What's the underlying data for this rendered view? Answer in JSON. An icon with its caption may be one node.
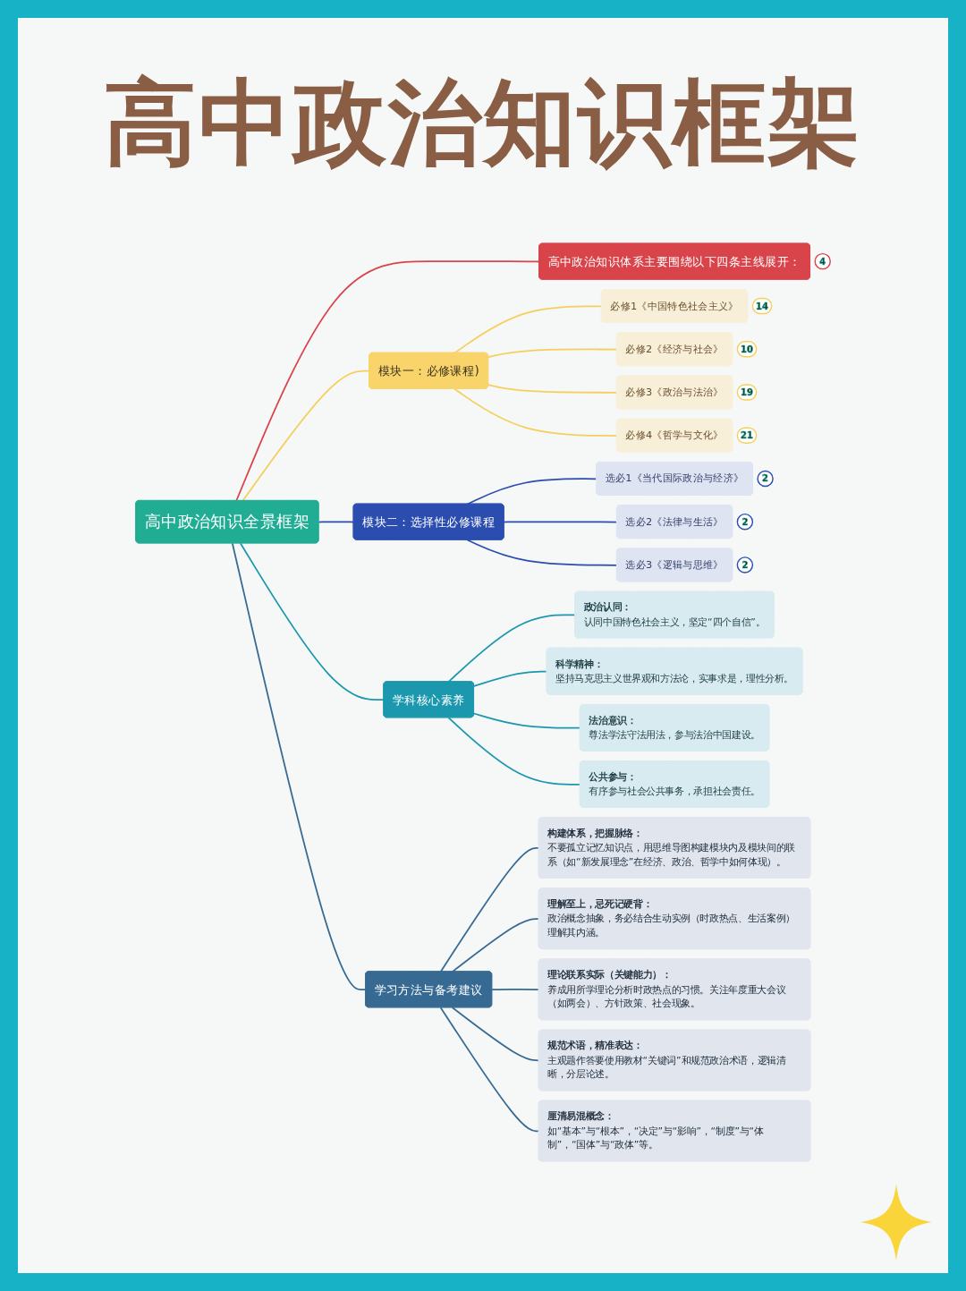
{
  "diagram": {
    "title": "高中政治知识框架",
    "nodes": [
      {
        "text": [
          "高中政治知识全景框架"
        ]
      },
      {
        "text": [
          "高中政治知识体系主要围绕以下四条主线展开："
        ],
        "beside": [
          "4"
        ]
      },
      {
        "text": [
          "模块一：必修课程)"
        ]
      },
      {
        "text": [
          "必修1《中国特色社会主义》"
        ],
        "beside": [
          "14"
        ]
      },
      {
        "text": [
          "必修2《经济与社会》"
        ],
        "beside": [
          "10"
        ]
      },
      {
        "text": [
          "必修3《政治与法治》"
        ],
        "beside": [
          "19"
        ]
      },
      {
        "text": [
          "必修4《哲学与文化》"
        ],
        "beside": [
          "21"
        ]
      },
      {
        "text": [
          "模块二：选择性必修课程"
        ]
      },
      {
        "text": [
          "选必1《当代国际政治与经济》"
        ],
        "beside": [
          "2"
        ]
      },
      {
        "text": [
          "选必2《法律与生活》"
        ],
        "beside": [
          "2"
        ]
      },
      {
        "text": [
          "选必3《逻辑与思维》"
        ],
        "beside": [
          "2"
        ]
      },
      {
        "text": [
          "学科核心素养"
        ]
      },
      {
        "text": [
          "政治认同：",
          "认同中国特色社会主义，坚定“四个自信”。"
        ]
      },
      {
        "text": [
          "科学精神：",
          "坚持马克思主义世界观和方法论，实事求是，理性分析。"
        ]
      },
      {
        "text": [
          "法治意识：",
          "尊法学法守法用法，参与法治中国建设。"
        ]
      },
      {
        "text": [
          "公共参与：",
          "有序参与社会公共事务，承担社会责任。"
        ]
      },
      {
        "text": [
          "学习方法与备考建议"
        ]
      },
      {
        "text": [
          "构建体系，把握脉络：",
          "不要孤立记忆知识点，用思维导图构建模块内及模块间的联系（如“新发展理念”在经济、政治、哲学中如何体现）。"
        ]
      },
      {
        "text": [
          "理解至上，忌死记硬背：",
          "政治概念抽象，务必结合生动实例（时政热点、生活案例）理解其内涵。"
        ]
      },
      {
        "text": [
          "理论联系实际（关键能力）：",
          "养成用所学理论分析时政热点的习惯。关注年度重大会议（如两会）、方针政策、社会现象。"
        ]
      },
      {
        "text": [
          "规范术语，精准表达：",
          "主观题作答要使用教材“关键词”和规范政治术语，逻辑清晰，分层论述。"
        ]
      },
      {
        "text": [
          "厘清易混概念：",
          "如“基本”与“根本”，“决定”与“影响”，“制度”与“体制”，“国体”与“政体”等。"
        ]
      }
    ],
    "edges": [
      {
        "from": 0,
        "to": 1,
        "arrow": "none",
        "color": "#d9434a"
      },
      {
        "from": 0,
        "to": 2,
        "arrow": "none",
        "color": "#f5cf5c"
      },
      {
        "from": 2,
        "to": 3,
        "arrow": "none",
        "color": "#f5cf5c"
      },
      {
        "from": 2,
        "to": 4,
        "arrow": "none",
        "color": "#f5cf5c"
      },
      {
        "from": 2,
        "to": 5,
        "arrow": "none",
        "color": "#f5cf5c"
      },
      {
        "from": 2,
        "to": 6,
        "arrow": "none",
        "color": "#f5cf5c"
      },
      {
        "from": 0,
        "to": 7,
        "arrow": "none",
        "color": "#2b4db0"
      },
      {
        "from": 7,
        "to": 8,
        "arrow": "none",
        "color": "#2b4db0"
      },
      {
        "from": 7,
        "to": 9,
        "arrow": "none",
        "color": "#2b4db0"
      },
      {
        "from": 7,
        "to": 10,
        "arrow": "none",
        "color": "#2b4db0"
      },
      {
        "from": 0,
        "to": 11,
        "arrow": "none",
        "color": "#1b98ad"
      },
      {
        "from": 11,
        "to": 12,
        "arrow": "none",
        "color": "#1b98ad"
      },
      {
        "from": 11,
        "to": 13,
        "arrow": "none",
        "color": "#1b98ad"
      },
      {
        "from": 11,
        "to": 14,
        "arrow": "none",
        "color": "#1b98ad"
      },
      {
        "from": 11,
        "to": 15,
        "arrow": "none",
        "color": "#1b98ad"
      },
      {
        "from": 0,
        "to": 16,
        "arrow": "none"
      },
      {
        "from": 16,
        "to": 17,
        "arrow": "none"
      },
      {
        "from": 16,
        "to": 18,
        "arrow": "none"
      },
      {
        "from": 16,
        "to": 19,
        "arrow": "none"
      },
      {
        "from": 16,
        "to": 20,
        "arrow": "none"
      },
      {
        "from": 16,
        "to": 21,
        "arrow": "none"
      }
    ]
  }
}
